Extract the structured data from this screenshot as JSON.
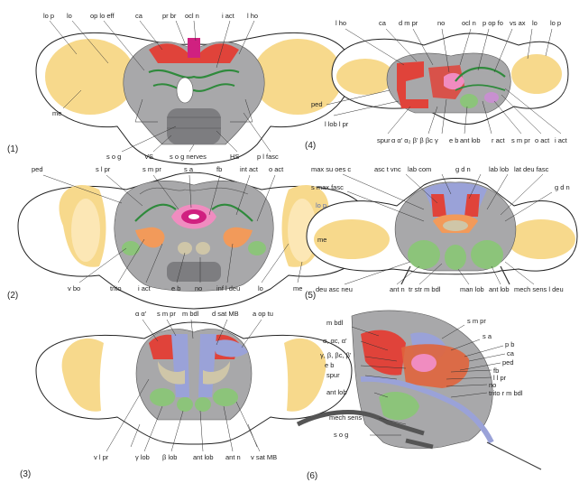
{
  "panels": [
    {
      "number": "(1)",
      "labels": [
        "lo p",
        "lo",
        "op lo eff",
        "ca",
        "pr br",
        "ocl n",
        "i act",
        "l ho",
        "me",
        "s o g",
        "VS",
        "s o g nerves",
        "HS",
        "p l fasc"
      ]
    },
    {
      "number": "(2)",
      "labels": [
        "ped",
        "s l pr",
        "s m pr",
        "s a",
        "fb",
        "int act",
        "o act",
        "v bo",
        "trito",
        "i act",
        "e b",
        "no",
        "inf l deu",
        "lo",
        "me"
      ]
    },
    {
      "number": "(3)",
      "labels": [
        "α α'",
        "s m pr",
        "m bdl",
        "d sat MB",
        "a op tu",
        "v l pr",
        "γ lob",
        "β lob",
        "ant lob",
        "ant n",
        "v sat MB"
      ]
    },
    {
      "number": "(4)",
      "labels": [
        "l ho",
        "ca",
        "d m pr",
        "no",
        "ocl n",
        "p op fo",
        "vs ax",
        "lo",
        "lo p",
        "ped",
        "l lob l pr",
        "spur",
        "α α' α₂ β' β βc γ",
        "e b",
        "ant lob",
        "r act",
        "s m pr",
        "o act",
        "i act"
      ]
    },
    {
      "number": "(5)",
      "labels": [
        "max su oes c",
        "asc t vnc",
        "lab com",
        "g d n",
        "lab lob",
        "lat deu fasc",
        "s max fasc",
        "g d n",
        "lo p",
        "me",
        "deu asc neu",
        "ant n",
        "tr str m bdl",
        "man lob",
        "ant lob",
        "mech sens l deu"
      ]
    },
    {
      "number": "(6)",
      "labels": [
        "m bdl",
        "α, αc, α'",
        "γ, β, βc, β'",
        "e b",
        "spur",
        "ant lob",
        "mech sens",
        "s o g",
        "s m pr",
        "s a",
        "p b",
        "ca",
        "ped",
        "fb",
        "l l pr",
        "no",
        "trito r m bdl"
      ]
    }
  ],
  "colors": {
    "optic_yellow": "#f7d98c",
    "neuropil_gray": "#a8a8aa",
    "dark_gray": "#7d7d80",
    "mushroom_red": "#e0433a",
    "central_pink": "#f08cc0",
    "lavender": "#9aa2d8",
    "tract_green": "#2f8a3c",
    "lobe_green": "#8cc47a",
    "orange": "#f29a5a",
    "tan": "#cfc6a8"
  }
}
